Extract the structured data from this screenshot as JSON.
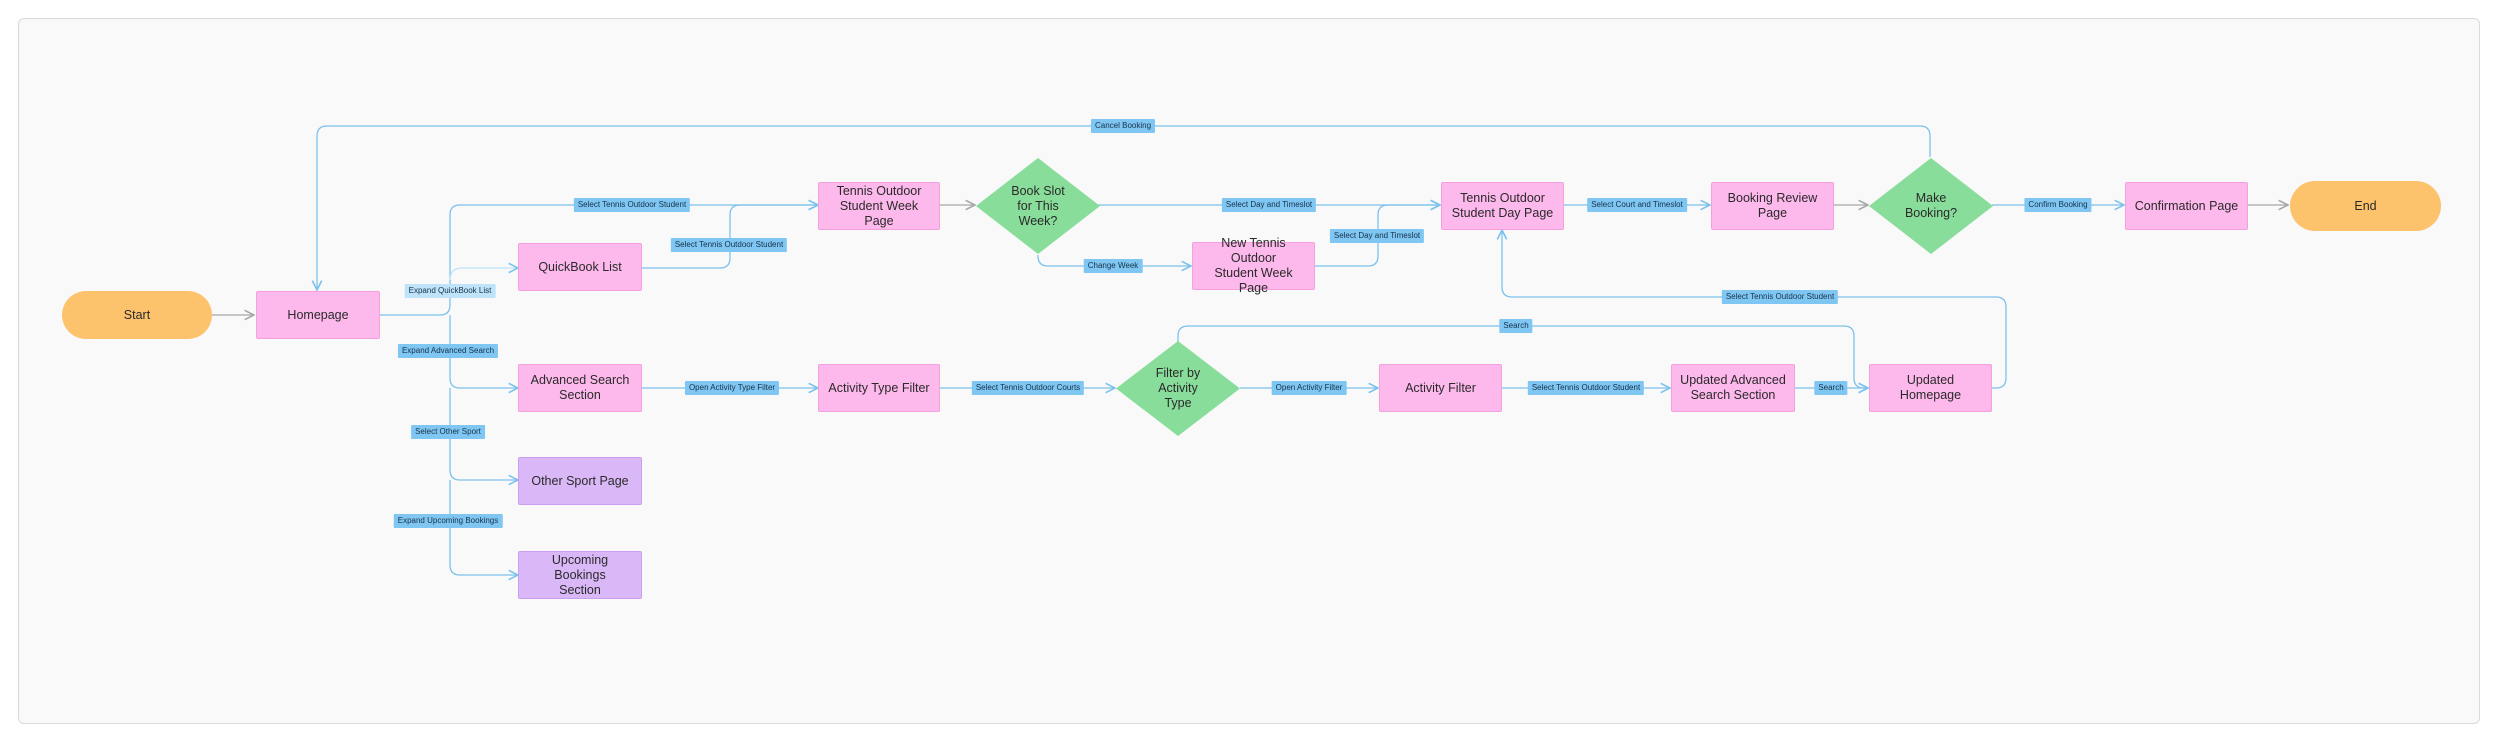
{
  "colors": {
    "process": "#fdb8ec",
    "process_alt": "#dab8f7",
    "terminal": "#fdc26c",
    "decision": "#88dd9a",
    "edge": "#7cc2ec",
    "edge_gray": "#a7a7a7",
    "label": "#7fc6f2"
  },
  "nodes": {
    "start": "Start",
    "homepage": "Homepage",
    "quickbook_list": "QuickBook List",
    "advanced_search_section": "Advanced Search\nSection",
    "other_sport_page": "Other Sport Page",
    "upcoming_bookings_section": "Upcoming Bookings\nSection",
    "tennis_week_page": "Tennis Outdoor\nStudent Week Page",
    "book_slot_decision": "Book Slot\nfor This\nWeek?",
    "new_tennis_week_page": "New Tennis Outdoor\nStudent Week Page",
    "tennis_day_page": "Tennis Outdoor\nStudent Day Page",
    "booking_review_page": "Booking Review Page",
    "make_booking_decision": "Make\nBooking?",
    "confirmation_page": "Confirmation Page",
    "end": "End",
    "activity_type_filter": "Activity Type Filter",
    "filter_decision": "Filter by\nActivity\nType",
    "activity_filter": "Activity Filter",
    "updated_advanced_search": "Updated Advanced\nSearch Section",
    "updated_homepage": "Updated Homepage"
  },
  "edge_labels": {
    "cancel_booking": "Cancel Booking",
    "select_tennis_1": "Select Tennis Outdoor Student",
    "select_tennis_2": "Select Tennis Outdoor Student",
    "expand_quickbook": "Expand QuickBook List",
    "expand_advanced": "Expand Advanced Search",
    "select_other_sport": "Select Other Sport",
    "expand_upcoming": "Expand Upcoming Bookings",
    "select_day_timeslot_1": "Select Day and Timeslot",
    "select_day_timeslot_2": "Select Day and Timeslot",
    "change_week": "Change Week",
    "select_court_timeslot": "Select Court and Timeslot",
    "confirm_booking": "Confirm Booking",
    "select_tennis_3": "Select Tennis Outdoor Student",
    "search_top": "Search",
    "open_activity_type_filter": "Open Activity Type Filter",
    "select_tennis_courts": "Select Tennis Outdoor Courts",
    "open_activity_filter": "Open Activity Filter",
    "select_tennis_4": "Select Tennis Outdoor Student",
    "search_right": "Search"
  }
}
